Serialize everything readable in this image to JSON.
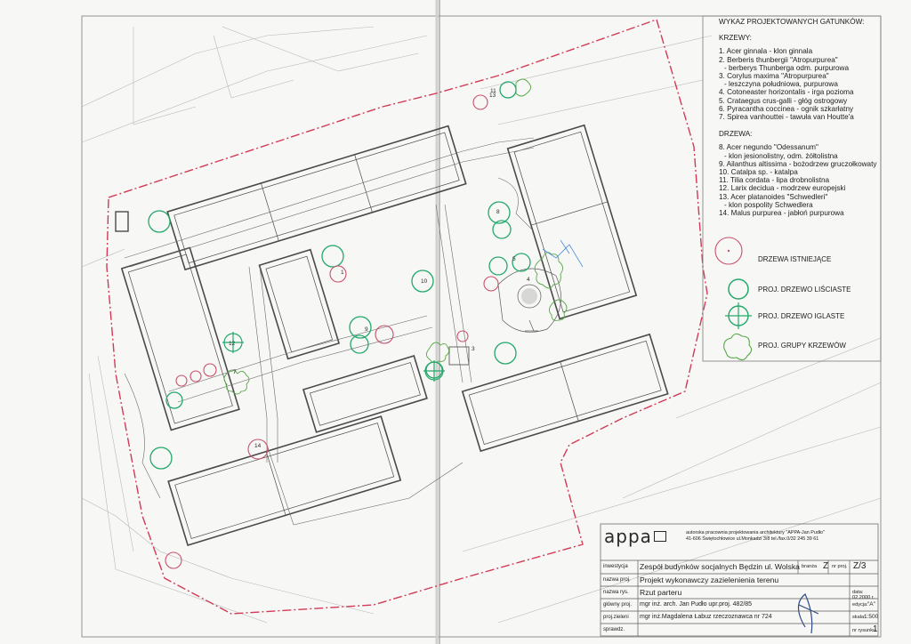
{
  "species_list": {
    "heading": "WYKAZ PROJEKTOWANYCH GATUNKÓW:",
    "shrubs_heading": "KRZEWY:",
    "shrubs": [
      {
        "label": "1. Acer ginnala - klon ginnala",
        "line2": ""
      },
      {
        "label": "2. Berberis thunbergii \"Atropurpurea\"",
        "line2": "- berberys Thunberga odm. purpurowa"
      },
      {
        "label": "3. Corylus maxima \"Atropurpurea\"",
        "line2": "- leszczyna południowa, purpurowa"
      },
      {
        "label": "4. Cotoneaster horizontalis - irga pozioma",
        "line2": ""
      },
      {
        "label": "5. Crataegus crus-galli - głóg ostrogowy",
        "line2": ""
      },
      {
        "label": "6. Pyracantha coccinea - ognik szkarłatny",
        "line2": ""
      },
      {
        "label": "7. Spirea vanhouttei - tawuła van Houtte'a",
        "line2": ""
      }
    ],
    "trees_heading": "DRZEWA:",
    "trees": [
      {
        "label": "8. Acer negundo \"Odessanum\"",
        "line2": "- klon jesionolistny, odm. żółtolistna"
      },
      {
        "label": "9. Ailanthus altissima - bożodrzew gruczołkowaty",
        "line2": ""
      },
      {
        "label": "10. Catalpa sp. - katalpa",
        "line2": ""
      },
      {
        "label": "11. Tilia cordata - lipa drobnolistna",
        "line2": ""
      },
      {
        "label": "12. Larix decidua - modrzew europejski",
        "line2": ""
      },
      {
        "label": "13. Acer platanoides \"Schwedleri\"",
        "line2": "- klon pospolity Schwedlera"
      },
      {
        "label": "14. Malus purpurea - jabłoń purpurowa",
        "line2": ""
      }
    ]
  },
  "symbols": [
    {
      "label": "DRZEWA ISTNIEJĄCE",
      "kind": "existing"
    },
    {
      "label": "PROJ. DRZEWO LIŚCIASTE",
      "kind": "deciduous"
    },
    {
      "label": "PROJ. DRZEWO IGLASTE",
      "kind": "conifer"
    },
    {
      "label": "PROJ. GRUPY KRZEWÓW",
      "kind": "shrubs"
    }
  ],
  "title_block": {
    "logo": "appa",
    "firm_line1": "autorska pracownia projektowania architektury \"APPA-Jan Pudło\"",
    "firm_line2": "41-606 Świętochłowice ul.Monkadzi 3/8 tel./fax.0/32 245 39 61",
    "rows": [
      {
        "label": "inwestycja",
        "value": "Zespół budynków socjalnych Będzin ul. Wolska"
      },
      {
        "label": "nazwa proj.",
        "value": "Projekt wykonawczy zazielenienia terenu"
      },
      {
        "label": "nazwa rys.",
        "value": "Rzut parteru"
      },
      {
        "label": "główny proj.",
        "value": "mgr inż. arch. Jan Pudło upr.proj. 482/85"
      },
      {
        "label": "proj.zieleni",
        "value": "mgr inż.Magdalena Łabuz rzeczoznawca nr 724"
      },
      {
        "label": "sprawdz.",
        "value": ""
      }
    ],
    "branza_label": "branża",
    "branza_value": "Z",
    "nr_proj_label": "nr proj.",
    "nr_proj_value": "Z/3",
    "data_label": "data: 02.2000 r.",
    "edycja_label": "edycja:",
    "edycja_value": "\"A\"",
    "skala_label": "skala:",
    "skala_value": "1:500",
    "nr_rys_label": "nr rysunku",
    "nr_rys_value": "1"
  },
  "plan_labels": {
    "tree_numbers": [
      "11",
      "8",
      "13",
      "1",
      "14",
      "10",
      "9",
      "12",
      "3",
      "5",
      "7",
      "4"
    ]
  },
  "colors": {
    "boundary": "#d23a55",
    "building": "#4a4a4a",
    "tree_green": "#24a86b",
    "tree_red": "#c8506a",
    "shrub_green": "#5aa84a",
    "line_blue": "#4a8ed8"
  }
}
